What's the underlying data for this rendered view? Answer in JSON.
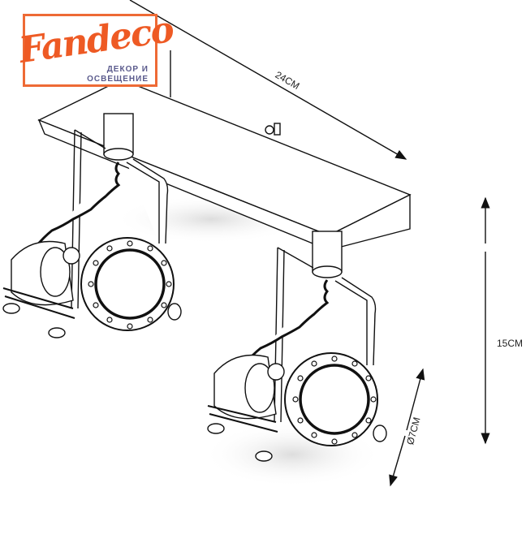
{
  "logo": {
    "brand": "Fandeco",
    "tagline_line1": "ДЕКОР И",
    "tagline_line2": "ОСВЕЩЕНИЕ"
  },
  "dimensions": {
    "length": "24CM",
    "height": "15CM",
    "diameter": "Ø7CM"
  },
  "colors": {
    "brand_orange": "#ee5a24",
    "tagline": "#5a5a8c",
    "line": "#111111"
  }
}
